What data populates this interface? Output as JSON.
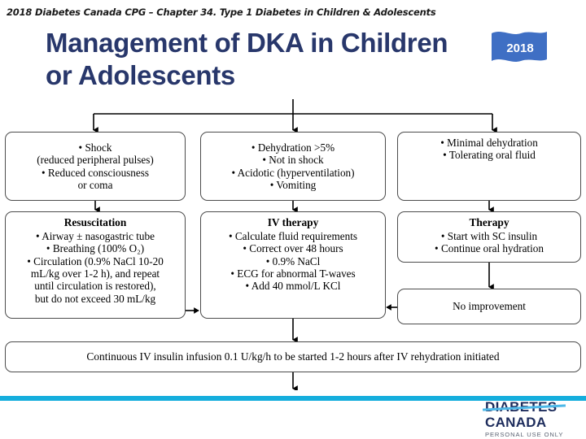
{
  "header": {
    "breadcrumb": "2018 Diabetes Canada CPG – Chapter 34.  Type 1 Diabetes in Children & Adolescents",
    "title": "Management of DKA in Children or Adolescents",
    "year_badge": "2018"
  },
  "colors": {
    "title_navy": "#28376b",
    "flag_blue": "#3f6fc4",
    "footer_cyan": "#15aedd",
    "brand_navy": "#1d2c5c",
    "brand_strike": "#4db8e8"
  },
  "flow": {
    "nodes": [
      {
        "id": "shock",
        "title": "",
        "lines": [
          "• Shock",
          "(reduced peripheral pulses)",
          "• Reduced consciousness",
          "or coma"
        ]
      },
      {
        "id": "dka",
        "title": "",
        "lines": [
          "• Dehydration >5%",
          "• Not in shock",
          "• Acidotic (hyperventilation)",
          "• Vomiting"
        ]
      },
      {
        "id": "minimal",
        "title": "",
        "lines": [
          "• Minimal dehydration",
          "• Tolerating oral fluid"
        ]
      },
      {
        "id": "resuscitation",
        "title": "Resuscitation",
        "lines": [
          "• Airway ± nasogastric tube",
          "• Breathing (100% O₂)",
          "• Circulation (0.9% NaCl 10-20",
          "mL/kg over 1-2 h), and repeat",
          "until circulation  is restored),",
          "but do not exceed 30 mL/kg"
        ]
      },
      {
        "id": "iv-therapy",
        "title": "IV therapy",
        "lines": [
          "• Calculate  fluid requirements",
          "• Correct over 48 hours",
          "• 0.9% NaCl",
          "• ECG for abnormal T-waves",
          "• Add 40 mmol/L  KCl"
        ]
      },
      {
        "id": "therapy",
        "title": "Therapy",
        "lines": [
          "• Start with SC insulin",
          "• Continue oral hydration"
        ]
      },
      {
        "id": "no-improvement",
        "title": "",
        "lines": [
          "No improvement"
        ]
      },
      {
        "id": "insulin-infusion",
        "title": "",
        "lines": [
          "Continuous IV insulin infusion  0.1 U/kg/h to be started 1-2 hours after IV rehydration initiated"
        ]
      }
    ]
  },
  "footer": {
    "brand_line1": "DIABETES",
    "brand_line2": "CANADA",
    "tagline": "PERSONAL USE ONLY"
  }
}
